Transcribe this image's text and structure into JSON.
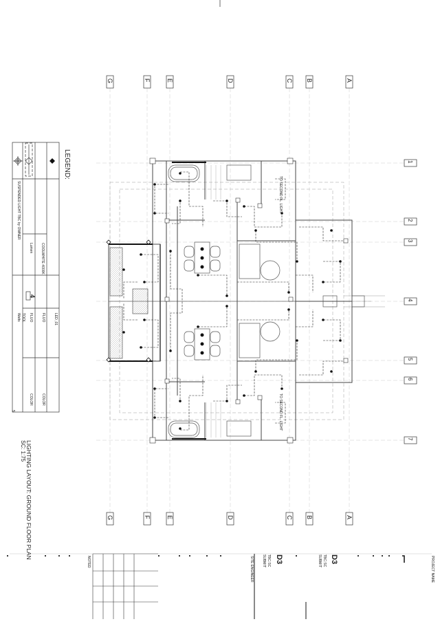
{
  "title": {
    "main": "LIGHTING LAYOUT: GROUND FLOOR PLAN",
    "scale": "SC: 1:75"
  },
  "legend": {
    "heading": "LEGEND:",
    "col_led": "LED ,01",
    "col_fluo1": "FLUO",
    "col_fluo2": "FLUO",
    "col_color": "COLOR",
    "col_color2": "COLOR",
    "cool_white": "COOLWHITE 4000K",
    "lumen": "Lumen",
    "suspended": "SUSPENDED LIGHT TBC by OWNER",
    "watt": "Watts",
    "tool": "TOOL",
    "number": "4",
    "small_5": "5"
  },
  "grid": {
    "letters": [
      "G",
      "F",
      "E",
      "D",
      "C",
      "B",
      "A"
    ],
    "numbers": [
      "1",
      "2",
      "3",
      "4",
      "5",
      "6",
      "7"
    ]
  },
  "notes": {
    "to_second_top": "TO SECOND FL. LIGHT",
    "to_second_bottom": "TO SECOND FL. LIGHT"
  },
  "title_block": {
    "project_name": "PROJECT NAME",
    "site_engineer": "SITE ENGINEER",
    "noted": "NOTED",
    "sheet_code_1": "D3",
    "sheet_code_2": "D3",
    "sub_1a": "TBC:SC",
    "sub_1b": "SUBMIT",
    "sub_2a": "TBC:SC",
    "sub_2b": "SUBMIT"
  }
}
